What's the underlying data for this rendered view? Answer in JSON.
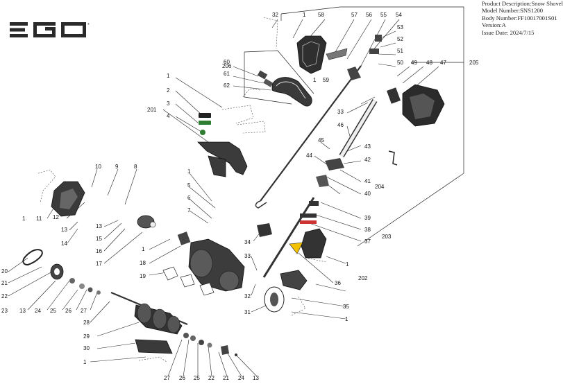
{
  "header": {
    "product_description": "Product Description:Snow Shovel",
    "model_number": "Model Number:SNS1200",
    "body_number": "Body Number:FF10017001S01",
    "version": "Version:A",
    "issue_date": "Issue Date: 2024/7/15"
  },
  "brand": {
    "logo_text": "EGO",
    "color": "#2a2a2a"
  },
  "colors": {
    "line": "#222222",
    "part_fill": "#3a3a3a",
    "warning_label": "#f2c200",
    "green_badge": "#2f7d32"
  },
  "callouts": [
    "32",
    "1",
    "58",
    "57",
    "56",
    "55",
    "54",
    "53",
    "52",
    "51",
    "50",
    "49",
    "48",
    "47",
    "205",
    "206",
    "60",
    "61",
    "62",
    "59",
    "1",
    "33",
    "46",
    "45",
    "43",
    "42",
    "44",
    "41",
    "204",
    "40",
    "39",
    "38",
    "37",
    "203",
    "1",
    "2",
    "201",
    "3",
    "4",
    "10",
    "9",
    "8",
    "1",
    "11",
    "12",
    "13",
    "14",
    "1",
    "5",
    "6",
    "7",
    "13",
    "15",
    "16",
    "17",
    "1",
    "18",
    "19",
    "34",
    "33",
    "36",
    "202",
    "1",
    "35",
    "32",
    "31",
    "1",
    "20",
    "21",
    "22",
    "23",
    "13",
    "24",
    "25",
    "26",
    "27",
    "28",
    "29",
    "30",
    "1",
    "27",
    "26",
    "25",
    "22",
    "21",
    "24",
    "13"
  ]
}
